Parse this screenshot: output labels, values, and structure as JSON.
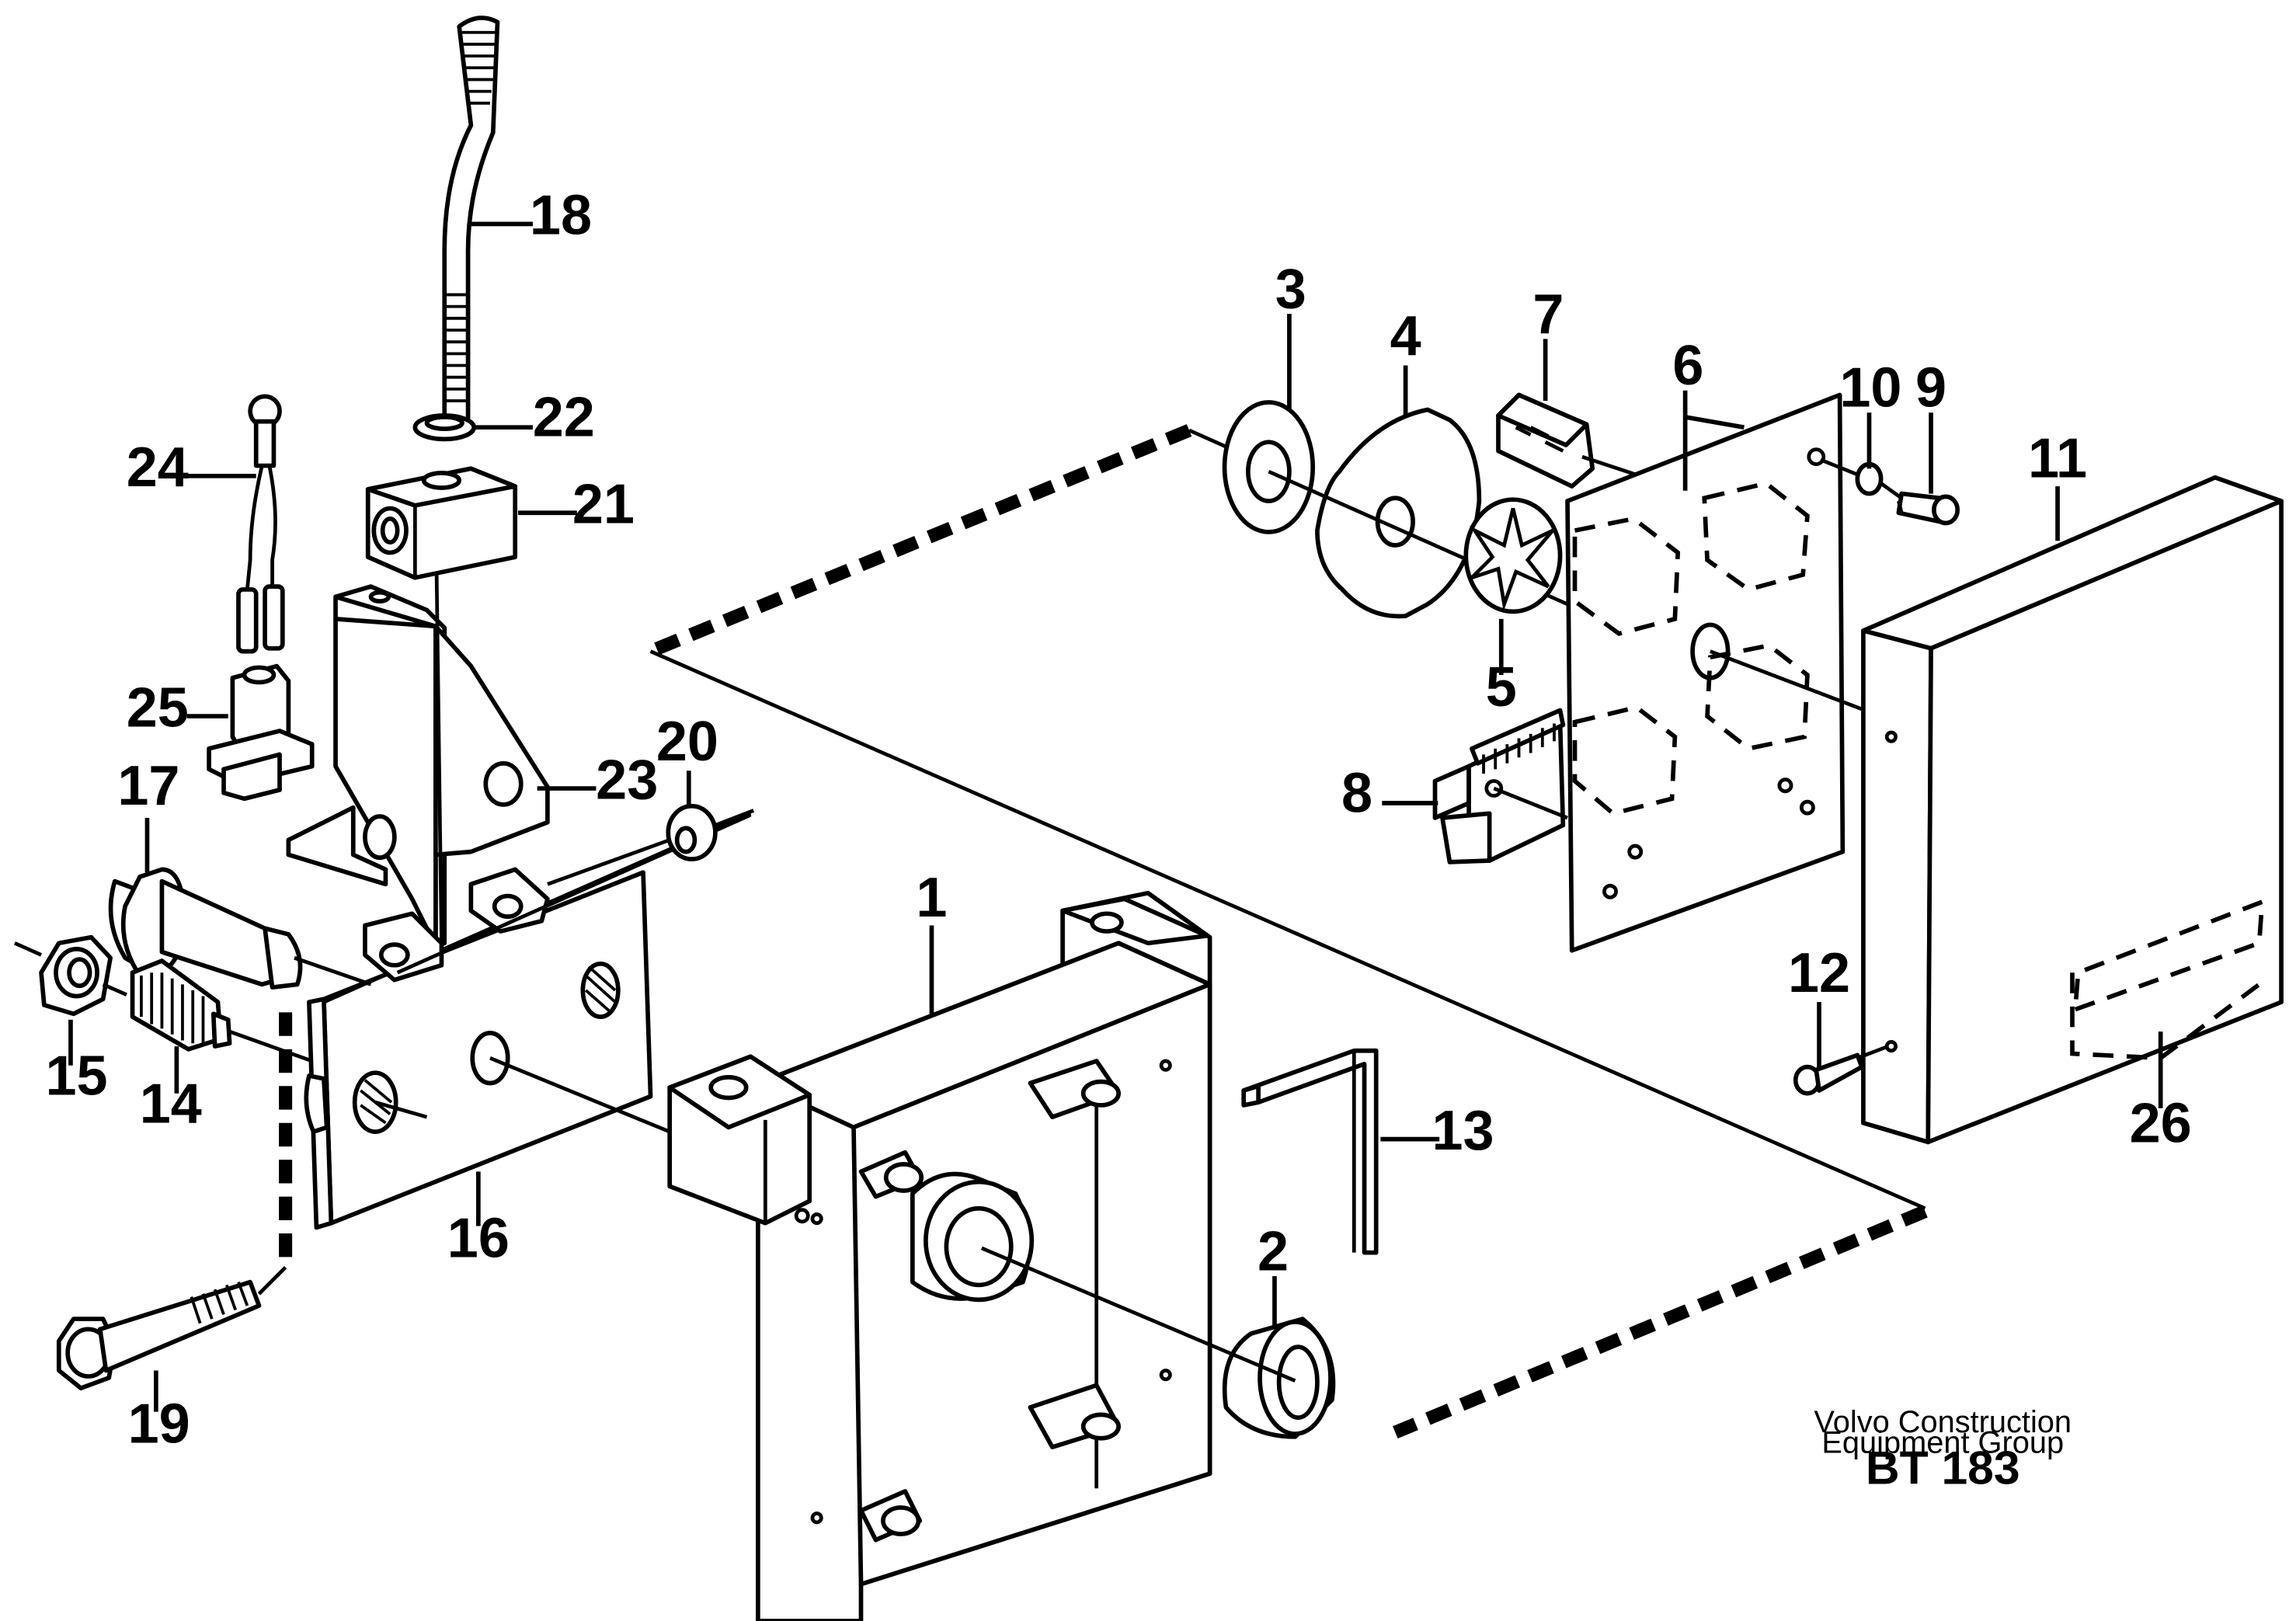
{
  "callouts": [
    "1",
    "2",
    "3",
    "4",
    "5",
    "6",
    "7",
    "8",
    "9",
    "10",
    "11",
    "12",
    "13",
    "14",
    "15",
    "16",
    "17",
    "18",
    "19",
    "20",
    "21",
    "22",
    "23",
    "24",
    "25",
    "26"
  ],
  "footer": {
    "company_line1": "Volvo Construction",
    "company_line2": "Equipment Group",
    "code": "BT 183"
  }
}
